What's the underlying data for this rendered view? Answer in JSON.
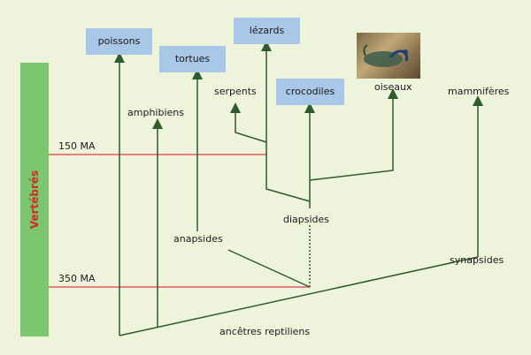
{
  "sidebar_label": "Vertébrés",
  "time_markers": [
    "150 MA",
    "350 MA"
  ],
  "taxa_boxed": [
    "poissons",
    "tortues",
    "lézards",
    "crocodiles"
  ],
  "taxa": [
    "amphibiens",
    "serpents",
    "oiseaux",
    "mammifères"
  ],
  "clades": [
    "anapsides",
    "diapsides",
    "synapsides",
    "ancêtres reptiliens"
  ],
  "photo": "peacock-photo",
  "colors": {
    "background": "#eef4dc",
    "sidebar": "#7cc66d",
    "sidebar_text": "#d22a2a",
    "box": "#a9c7e6",
    "time_line": "#e05a5a",
    "branch": "#2e5a2e"
  }
}
